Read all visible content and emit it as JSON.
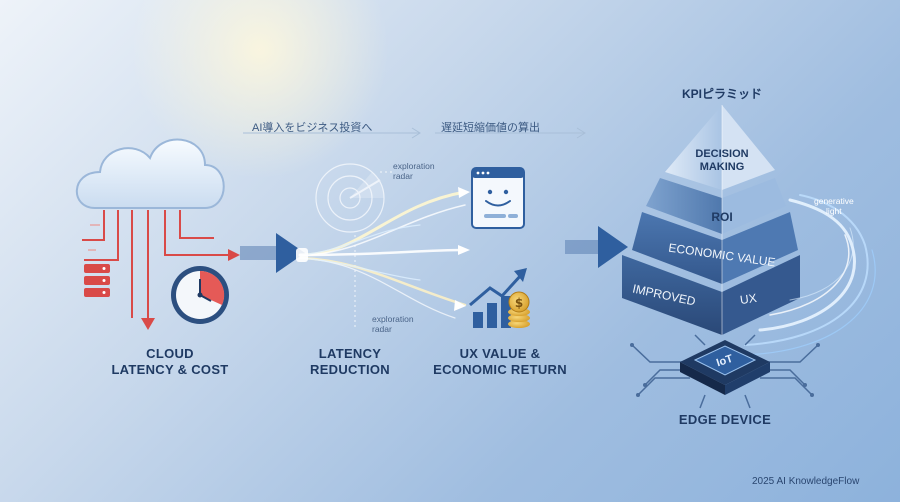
{
  "headline": {
    "left": "AI導入をビジネス投資へ",
    "right": "遅延短縮価値の算出"
  },
  "labels": {
    "cloud": [
      "CLOUD",
      "LATENCY & COST"
    ],
    "latency": [
      "LATENCY",
      "REDUCTION"
    ],
    "ux": [
      "UX VALUE &",
      "ECONOMIC RETURN"
    ],
    "edge": "EDGE DEVICE",
    "radar_top": [
      "exploration",
      "radar"
    ],
    "radar_bottom": [
      "exploration",
      "radar"
    ],
    "generative": [
      "generative",
      "light"
    ]
  },
  "pyramid": {
    "title": "KPIピラミッド",
    "levels": [
      {
        "text_lines": [
          "DECISION",
          "MAKING"
        ]
      },
      {
        "text_lines": [
          "ROI"
        ]
      },
      {
        "text_lines": [
          "ECONOMIC VALUE"
        ]
      },
      {
        "text_lines": [
          "IMPROVED",
          "UX"
        ]
      }
    ]
  },
  "chip_label": "IoT",
  "footer": "2025 AI KnowledgeFlow",
  "colors": {
    "primary": "#2f5f9f",
    "accent_red": "#d94a48",
    "gold": "#e6b23c"
  }
}
